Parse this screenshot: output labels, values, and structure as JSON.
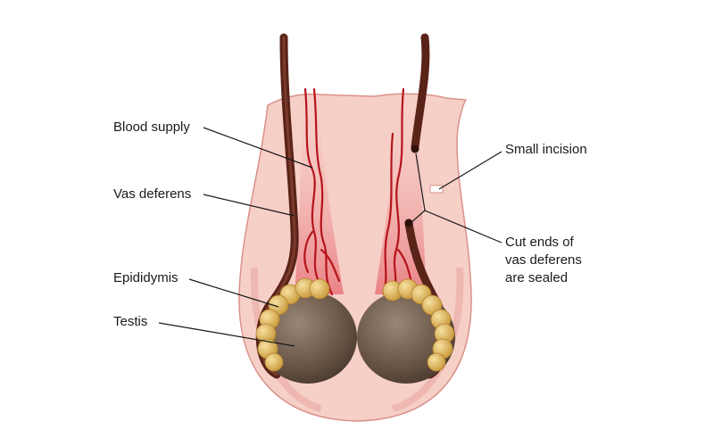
{
  "labels": {
    "blood_supply": "Blood supply",
    "vas_deferens": "Vas deferens",
    "epididymis": "Epididymis",
    "testis": "Testis",
    "small_incision": "Small incision",
    "cut_ends": [
      "Cut ends of",
      "vas deferens",
      "are sealed"
    ]
  },
  "colors": {
    "skin_outer": "#f6cfc7",
    "skin_inner": "#f0a9a2",
    "skin_edge": "#d9918a",
    "vas": "#5a2318",
    "vessel": "#b5141b",
    "testis": "#6e5a4a",
    "epididymis": "#e3b761",
    "leader": "#1a1a1a"
  }
}
